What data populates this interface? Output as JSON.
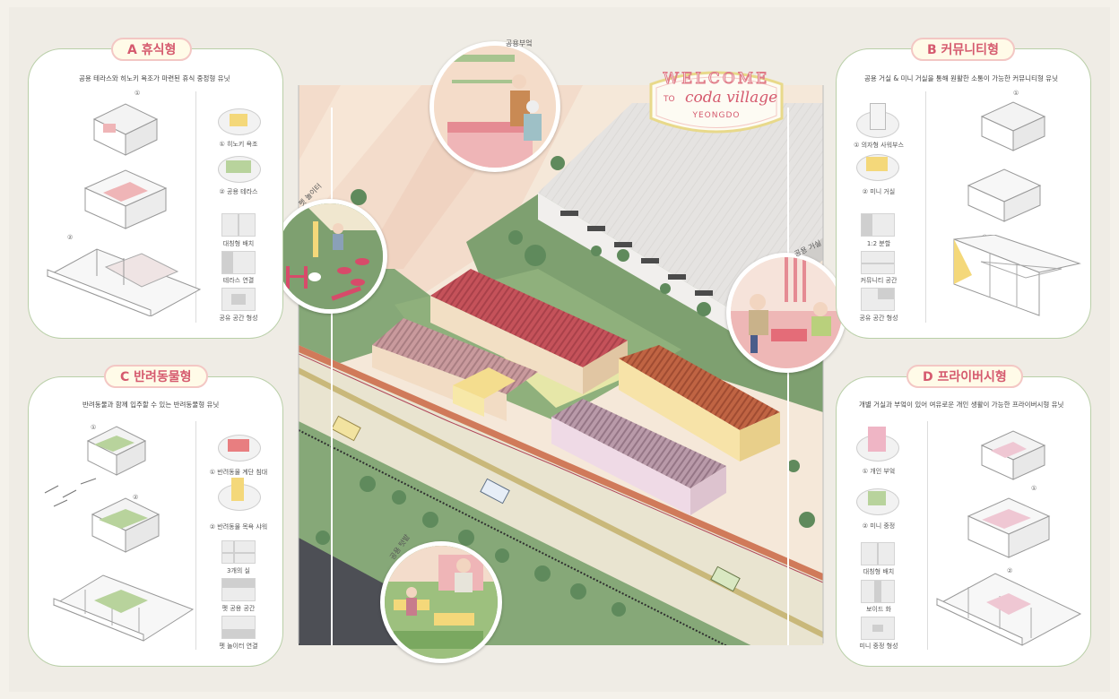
{
  "sign": {
    "welcome": "WELCOME",
    "to": "TO",
    "name": "coda village",
    "sub": "YEONGDO"
  },
  "cards": {
    "a": {
      "title": "A 휴식형",
      "desc": "공용 테라스와 히노키 욕조가 마련된 휴식 중정형 유닛",
      "num1": "①",
      "num2": "②",
      "cap1": "① 히노키 욕조",
      "cap2": "② 공용 테라스",
      "cap3": "대칭형 배치",
      "cap4": "테라스 연결",
      "cap5": "공유 공간 형성"
    },
    "b": {
      "title": "B 커뮤니티형",
      "desc": "공용 거실 & 미니 거실을 통해 원활한 소통이 가능한 커뮤니티형 유닛",
      "num1": "①",
      "num2": "②",
      "cap1": "① 의자형 사워부스",
      "cap2": "② 미니 거실",
      "cap3": "1:2 분할",
      "cap4": "커뮤니티 공간",
      "cap5": "공유 공간 형성"
    },
    "c": {
      "title": "C 반려동물형",
      "desc": "반려동물과 함께 입주할 수 있는 반려동물형 유닛",
      "num1": "①",
      "num2": "②",
      "cap1": "① 반려동물 계단 침대",
      "cap2": "② 반려동물 목욕 샤워",
      "cap3": "3개의 실",
      "cap4": "펫 공용 공간",
      "cap5": "펫 놀이터 연결"
    },
    "d": {
      "title": "D 프라이버시형",
      "desc": "개별 거실과 부엌이 있어 여유로운 개인 생활이 가능한 프라이버시형 유닛",
      "num1": "①",
      "num2": "②",
      "cap1": "① 개인 부엌",
      "cap2": "② 미니 중정",
      "cap3": "대칭형 배치",
      "cap4": "보이드 화",
      "cap5": "미니 중정 형성"
    }
  },
  "bubbles": {
    "kitchen": "공용부엌",
    "pet": "펫 놀이터",
    "living": "공용 거실",
    "garden": "공용 텃밭"
  },
  "colors": {
    "roof_red": "#c5525a",
    "roof_orange": "#c06443",
    "roof_pink": "#c68e92",
    "roof_lilac": "#b89aa7",
    "grass": "#7ea070",
    "road": "#e9e4d0",
    "accent": "#d55a6e"
  }
}
